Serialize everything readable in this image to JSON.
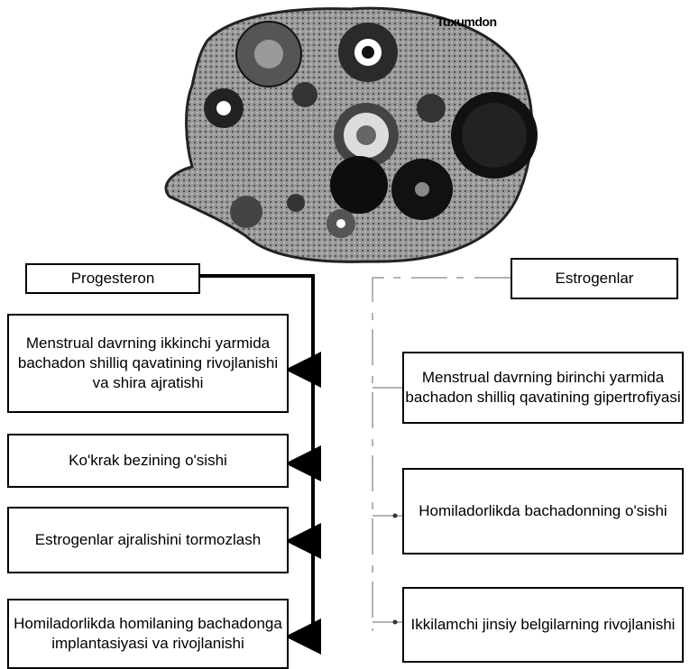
{
  "ovary_label": "Tuxumdon",
  "progesteron": {
    "title": "Progesteron",
    "effects": [
      "Menstrual davrning ikkinchi yarmida bachadon shilliq qavatining rivojlanishi va shira ajratishi",
      "Ko'krak bezining o'sishi",
      "Estrogenlar ajralishini tormozlash",
      "Homiladorlikda homilaning bachadonga implantasiyasi va rivojlanishi"
    ]
  },
  "estrogenlar": {
    "title": "Estrogenlar",
    "effects": [
      "Menstrual davrning birinchi yarmida bachadon shilliq qavatining gipertrofiyasi",
      "Homiladorlikda bachadonning o'sishi",
      "Ikkilamchi jinsiy belgilarning rivojlanishi"
    ]
  }
}
